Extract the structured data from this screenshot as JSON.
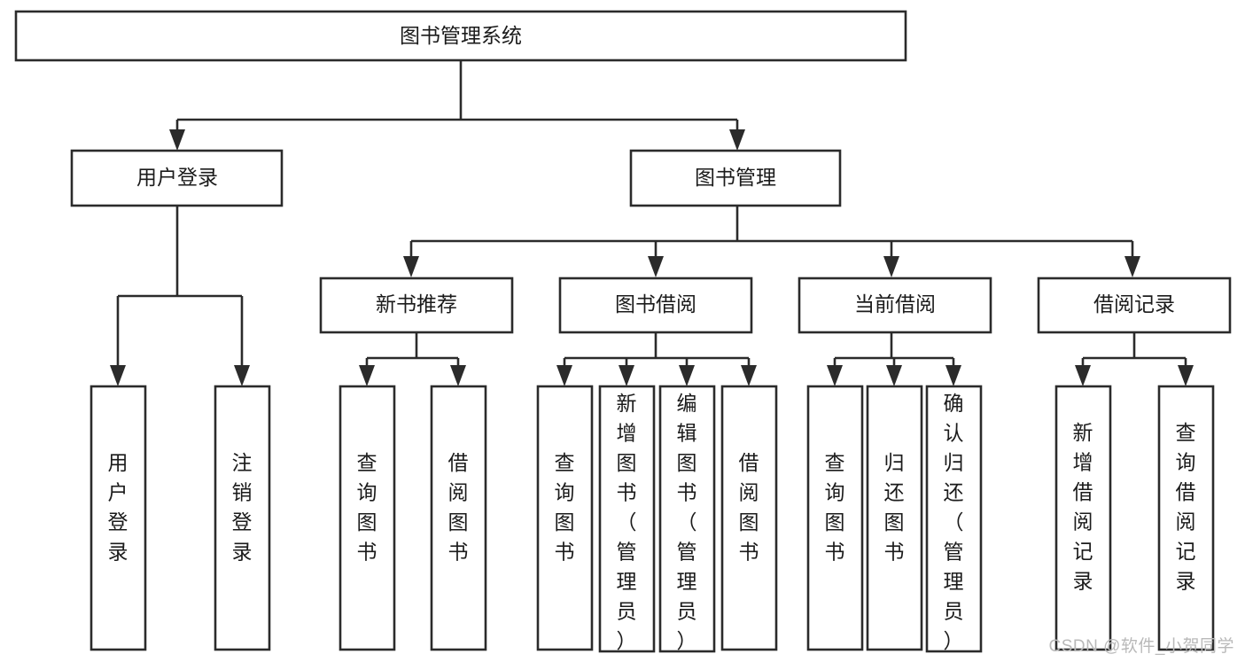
{
  "diagram": {
    "type": "tree-hierarchy",
    "title": "图书管理系统",
    "watermark": "CSDN @软件_小贺同学",
    "colors": {
      "stroke": "#2b2b2b",
      "fill": "#ffffff",
      "text": "#1b1b1b",
      "watermark": "#b9b9b9"
    },
    "levels": {
      "root": {
        "label": "图书管理系统"
      },
      "level2": [
        {
          "id": "user-login",
          "label": "用户登录"
        },
        {
          "id": "book-manage",
          "label": "图书管理"
        }
      ],
      "level3": [
        {
          "id": "new-book-rec",
          "label": "新书推荐",
          "parent": "book-manage"
        },
        {
          "id": "book-borrow",
          "label": "图书借阅",
          "parent": "book-manage"
        },
        {
          "id": "current-borrow",
          "label": "当前借阅",
          "parent": "book-manage"
        },
        {
          "id": "borrow-record",
          "label": "借阅记录",
          "parent": "book-manage"
        }
      ],
      "leaves": [
        {
          "id": "leaf-user-login",
          "label": "用户登录",
          "parent": "user-login"
        },
        {
          "id": "leaf-logout",
          "label": "注销登录",
          "parent": "user-login"
        },
        {
          "id": "leaf-query-book-1",
          "label": "查询图书",
          "parent": "new-book-rec"
        },
        {
          "id": "leaf-borrow-book-1",
          "label": "借阅图书",
          "parent": "new-book-rec"
        },
        {
          "id": "leaf-query-book-2",
          "label": "查询图书",
          "parent": "book-borrow"
        },
        {
          "id": "leaf-add-book",
          "label": "新增图书（管理员）",
          "parent": "book-borrow"
        },
        {
          "id": "leaf-edit-book",
          "label": "编辑图书（管理员）",
          "parent": "book-borrow"
        },
        {
          "id": "leaf-borrow-book-2",
          "label": "借阅图书",
          "parent": "book-borrow"
        },
        {
          "id": "leaf-query-book-3",
          "label": "查询图书",
          "parent": "current-borrow"
        },
        {
          "id": "leaf-return-book",
          "label": "归还图书",
          "parent": "current-borrow"
        },
        {
          "id": "leaf-confirm-return",
          "label": "确认归还（管理员）",
          "parent": "current-borrow"
        },
        {
          "id": "leaf-add-record",
          "label": "新增借阅记录",
          "parent": "borrow-record"
        },
        {
          "id": "leaf-query-record",
          "label": "查询借阅记录",
          "parent": "borrow-record"
        }
      ]
    }
  }
}
